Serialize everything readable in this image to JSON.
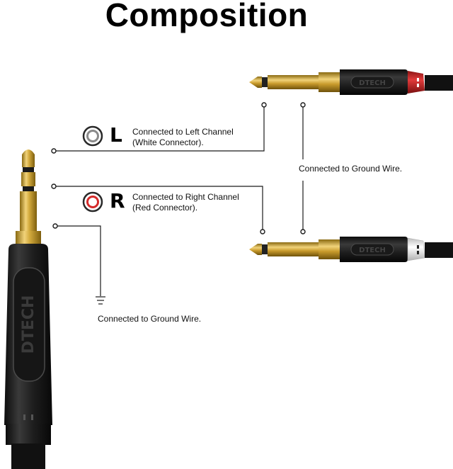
{
  "title": "Composition",
  "left_channel": {
    "letter": "L",
    "line1": "Connected to Left Channel",
    "line2": "(White Connector)."
  },
  "right_channel": {
    "letter": "R",
    "line1": "Connected to Right Channel",
    "line2": "(Red Connector)."
  },
  "ground_right": "Connected to Ground Wire.",
  "ground_left": "Connected to Ground Wire.",
  "brand_mark": "DTECH",
  "colors": {
    "gold": "#c9a232",
    "red_connector": "#d42a2a",
    "white_connector": "#f2f2f2",
    "body_black": "#1b1b1b"
  }
}
